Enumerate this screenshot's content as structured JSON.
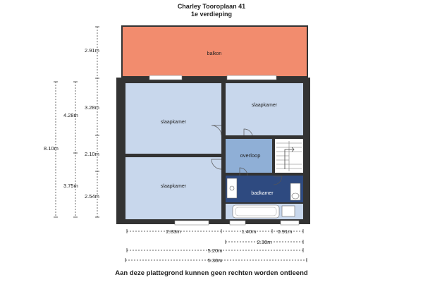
{
  "header": {
    "address": "Charley Tooroplaan 41",
    "floor": "1e verdieping"
  },
  "rooms": {
    "balkon": "balkon",
    "slaapkamer_left_top": "slaapkamer",
    "slaapkamer_right_top": "slaapkamer",
    "overloop": "overloop",
    "slaapkamer_left_bottom": "slaapkamer",
    "badkamer": "badkamer"
  },
  "dimensions": {
    "left_total": "8.10m",
    "left_upper": "4.28m",
    "left_lower": "3.75m",
    "inner_balkon": "2.91m",
    "inner_room_top": "3.28m",
    "inner_mid": "2.10m",
    "inner_room_bottom": "2.54m",
    "bottom_left": "2.83m",
    "bottom_mid": "1.40m",
    "bottom_right": "0.91m",
    "bottom_combined": "2.30m",
    "bottom_inner_total": "5.20m",
    "bottom_total": "5.30m"
  },
  "footer": {
    "disclaimer": "Aan deze plattegrond kunnen geen rechten worden ontleend"
  },
  "colors": {
    "balkon": "#F28C6E",
    "rooms": "#C8D7EC",
    "overloop": "#8FAFD6",
    "badkamer": "#2E4A80",
    "walls": "#333333"
  }
}
